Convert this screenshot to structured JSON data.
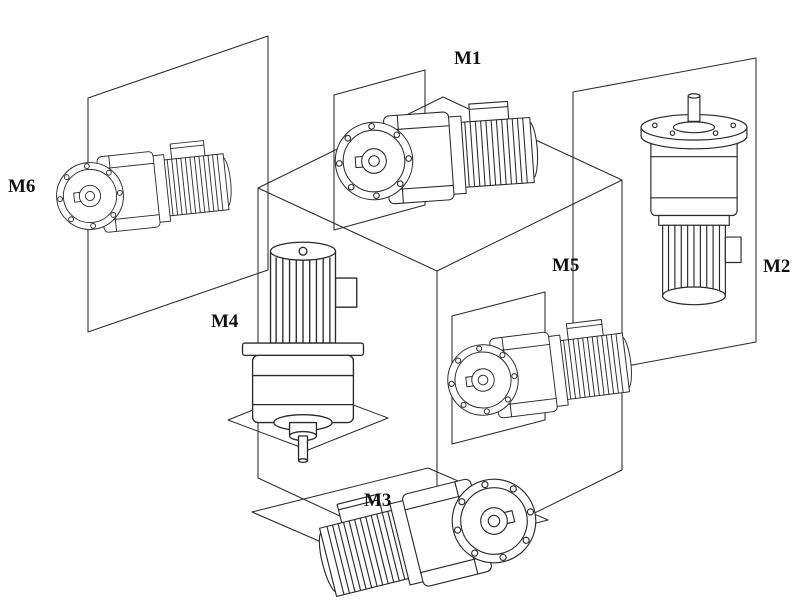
{
  "figure": {
    "background": "#ffffff",
    "line_color": "#2a2a2a",
    "label_color": "#111111",
    "positions": [
      {
        "label": "M1"
      },
      {
        "label": "M2"
      },
      {
        "label": "M3"
      },
      {
        "label": "M4"
      },
      {
        "label": "M5"
      },
      {
        "label": "M6"
      }
    ]
  }
}
